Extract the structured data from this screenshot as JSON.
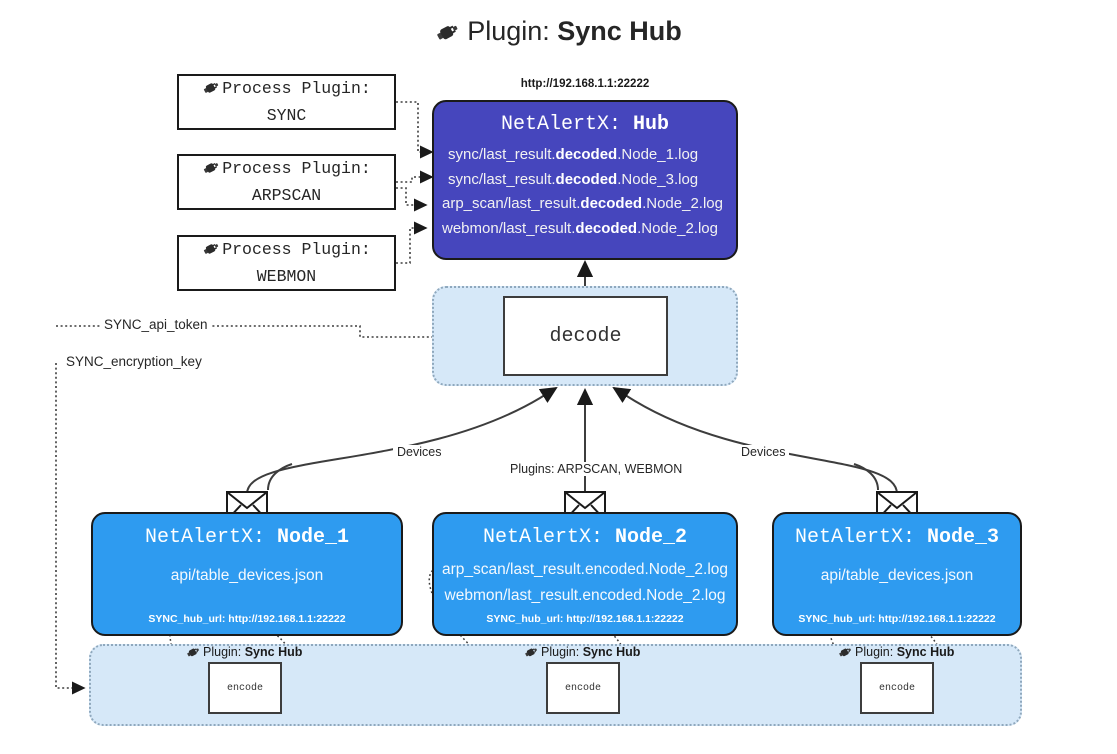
{
  "title": {
    "icon": "plug-icon",
    "label": "Plugin:",
    "value": "Sync Hub"
  },
  "process_plugins": [
    {
      "label": "Process Plugin:",
      "name": "SYNC",
      "icon": "plug-icon"
    },
    {
      "label": "Process Plugin:",
      "name": "ARPSCAN",
      "icon": "plug-icon"
    },
    {
      "label": "Process Plugin:",
      "name": "WEBMON",
      "icon": "plug-icon"
    }
  ],
  "hub": {
    "url": "http://192.168.1.1:22222",
    "prefix": "NetAlertX:",
    "name": "Hub",
    "logs": [
      {
        "pre": "sync/last_result.",
        "em": "decoded",
        "post": ".Node_1.log"
      },
      {
        "pre": "sync/last_result.",
        "em": "decoded",
        "post": ".Node_3.log"
      },
      {
        "pre": "arp_scan/last_result.",
        "em": "decoded",
        "post": ".Node_2.log"
      },
      {
        "pre": "webmon/last_result.",
        "em": "decoded",
        "post": ".Node_2.log"
      }
    ]
  },
  "decode": {
    "label": "decode"
  },
  "keys": {
    "api_token": "SYNC_api_token",
    "encryption_key": "SYNC_encryption_key"
  },
  "edge_labels": {
    "devices_left": "Devices",
    "devices_right": "Devices",
    "plugins_center": "Plugins: ARPSCAN, WEBMON"
  },
  "nodes": [
    {
      "prefix": "NetAlertX:",
      "name": "Node_1",
      "icon": "envelope-icon",
      "lines": [
        "api/table_devices.json"
      ],
      "footer": "SYNC_hub_url: http://192.168.1.1:22222"
    },
    {
      "prefix": "NetAlertX:",
      "name": "Node_2",
      "icon": "envelope-icon",
      "lines": [
        "arp_scan/last_result.encoded.Node_2.log",
        "webmon/last_result.encoded.Node_2.log"
      ],
      "footer": "SYNC_hub_url: http://192.168.1.1:22222"
    },
    {
      "prefix": "NetAlertX:",
      "name": "Node_3",
      "icon": "envelope-icon",
      "lines": [
        "api/table_devices.json"
      ],
      "footer": "SYNC_hub_url: http://192.168.1.1:22222"
    }
  ],
  "encoders": [
    {
      "plugin_label": "Plugin:",
      "plugin_name": "Sync Hub",
      "box": "encode",
      "icon": "plug-icon"
    },
    {
      "plugin_label": "Plugin:",
      "plugin_name": "Sync Hub",
      "box": "encode",
      "icon": "plug-icon"
    },
    {
      "plugin_label": "Plugin:",
      "plugin_name": "Sync Hub",
      "box": "encode",
      "icon": "plug-icon"
    }
  ],
  "colors": {
    "hub_fill": "#4646bd",
    "node_fill": "#2e9bf0",
    "zone_fill": "#d6e8f8",
    "stroke": "#1a1a1a",
    "page_bg": "#ffffff"
  }
}
